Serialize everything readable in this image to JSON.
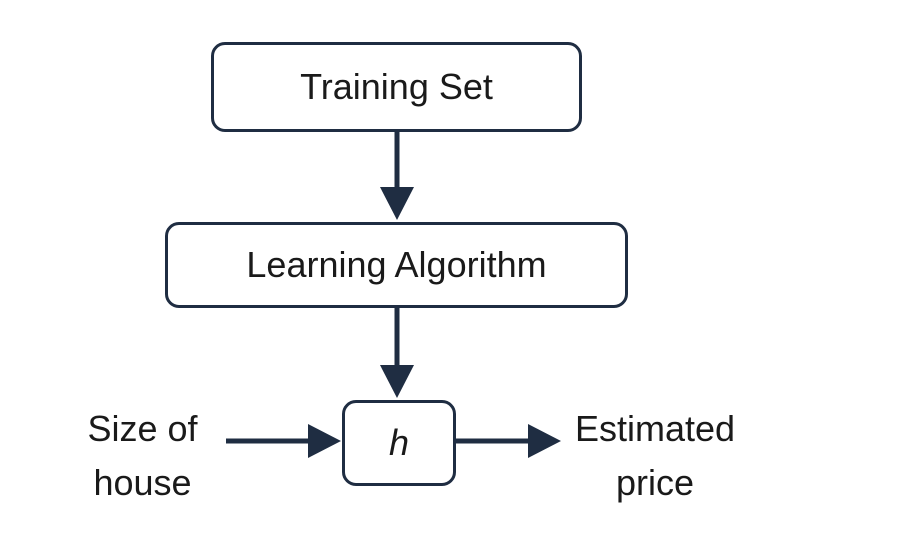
{
  "nodes": {
    "training_set": "Training Set",
    "learning_algorithm": "Learning Algorithm",
    "hypothesis": "h"
  },
  "labels": {
    "input_line1": "Size of",
    "input_line2": "house",
    "output_line1": "Estimated",
    "output_line2": "price"
  },
  "colors": {
    "stroke": "#1f2d42",
    "text": "#1a1a1a"
  }
}
